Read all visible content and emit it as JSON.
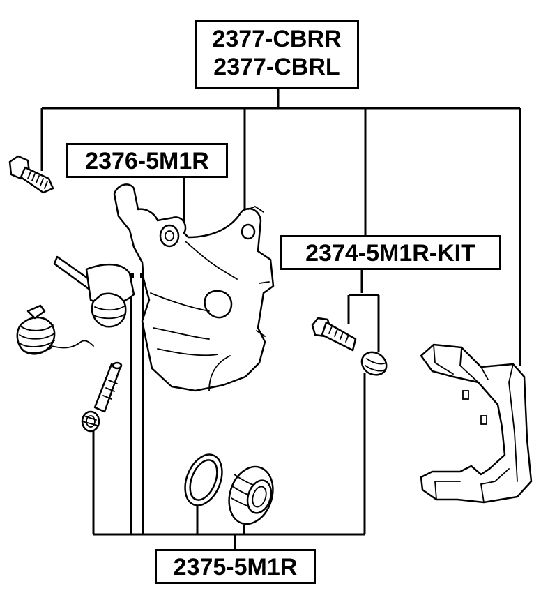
{
  "labels": {
    "caliper_right": "2377-CBRR",
    "caliper_left": "2377-CBRL",
    "piston_assembly": "2376-5M1R",
    "guide_pin_kit": "2374-5M1R-KIT",
    "repair_kit": "2375-5M1R"
  },
  "colors": {
    "line": "#000000",
    "background": "#ffffff"
  }
}
